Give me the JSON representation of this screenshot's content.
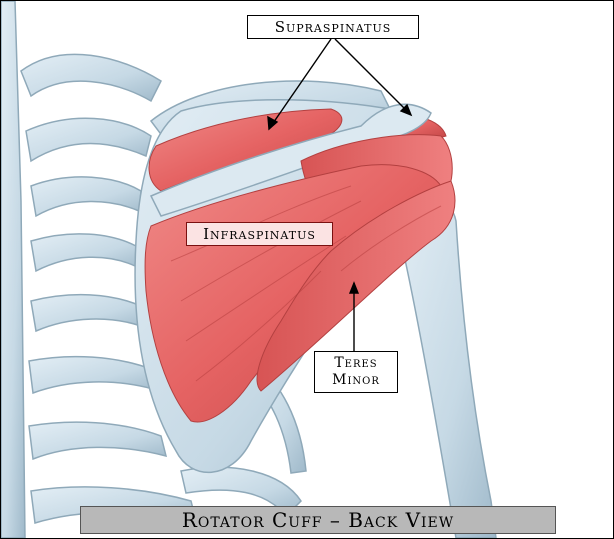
{
  "labels": {
    "supraspinatus": "Supraspinatus",
    "infraspinatus": "Infraspinatus",
    "teres_minor_line1": "Teres",
    "teres_minor_line2": "Minor"
  },
  "caption": "Rotator Cuff – Back View",
  "colors": {
    "bone": "#c9dbe6",
    "bone_outline": "#8fa9b9",
    "muscle": "#e96a6a",
    "muscle_dark": "#c24848",
    "caption_bg": "#b8b8b8"
  }
}
